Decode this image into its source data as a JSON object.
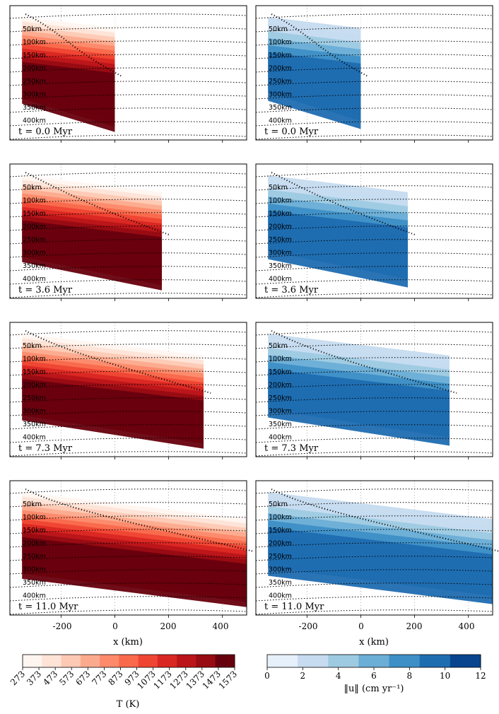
{
  "chart_data": [
    {
      "type": "contour",
      "field": "temperature",
      "panels": [
        {
          "time_label": "t = 0.0 Myr",
          "right_edge_km": 0
        },
        {
          "time_label": "t = 3.6 Myr",
          "right_edge_km": 175
        },
        {
          "time_label": "t = 7.3 Myr",
          "right_edge_km": 330
        },
        {
          "time_label": "t = 11.0 Myr",
          "right_edge_km": 490
        }
      ],
      "depth_labels": [
        "50km",
        "100km",
        "150km",
        "200km",
        "250km",
        "300km",
        "350km",
        "400km"
      ],
      "xticks": [
        -200,
        0,
        200,
        400
      ],
      "xlabel": "x (km)",
      "xlim": [
        -390,
        490
      ],
      "colorbar": {
        "label": "T (K)",
        "ticks": [
          273,
          373,
          473,
          573,
          673,
          773,
          873,
          973,
          1073,
          1173,
          1273,
          1373,
          1473,
          1573
        ],
        "colors": [
          "#fff5f0",
          "#fee3d6",
          "#fdc9b4",
          "#fcaa8e",
          "#fc8a6b",
          "#f9694c",
          "#ef4533",
          "#d92723",
          "#bb151a",
          "#970b13",
          "#67000d"
        ]
      }
    },
    {
      "type": "contour",
      "field": "velocity magnitude",
      "panels": [
        {
          "time_label": "t = 0.0 Myr",
          "right_edge_km": 0
        },
        {
          "time_label": "t = 3.6 Myr",
          "right_edge_km": 175
        },
        {
          "time_label": "t = 7.3 Myr",
          "right_edge_km": 330
        },
        {
          "time_label": "t = 11.0 Myr",
          "right_edge_km": 490
        }
      ],
      "depth_labels": [
        "50km",
        "100km",
        "150km",
        "200km",
        "250km",
        "300km",
        "350km",
        "400km"
      ],
      "xticks": [
        -200,
        0,
        200,
        400
      ],
      "xlabel": "x (km)",
      "xlim": [
        -390,
        490
      ],
      "colorbar": {
        "label": "‖u‖ (cm yr⁻¹)",
        "ticks": [
          0,
          2,
          4,
          6,
          8,
          10,
          12
        ],
        "colors": [
          "#e6f0fa",
          "#c6dbef",
          "#9ecae1",
          "#6baed6",
          "#3d8fc6",
          "#1f6db1",
          "#08458e"
        ]
      }
    }
  ]
}
